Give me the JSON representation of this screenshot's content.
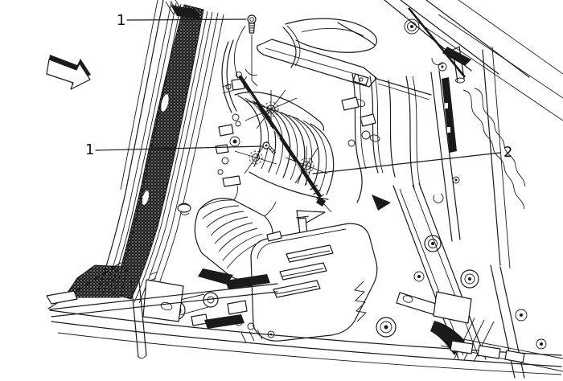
{
  "figure": {
    "type": "service-manual-line-illustration",
    "subject": "engine-compartment-component-location-view",
    "background_color": "#ffffff",
    "ink_color": "#1a1a1a"
  },
  "callouts": [
    {
      "label": "1",
      "target": "upper-mounting-bolt"
    },
    {
      "label": "1",
      "target": "lower-engine-bolt"
    },
    {
      "label": "2",
      "target": "fuel-feed-pipe"
    }
  ],
  "direction_arrow": {
    "icon": "view-direction-arrow",
    "points": "lower-right"
  }
}
